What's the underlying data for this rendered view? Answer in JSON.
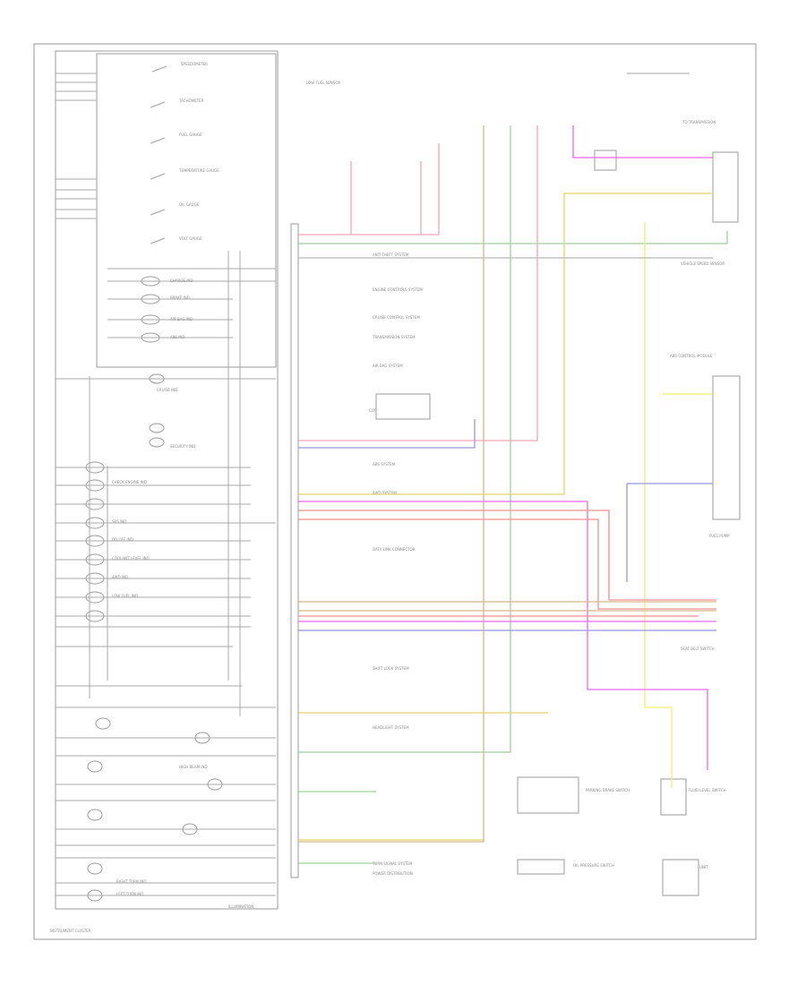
{
  "diagram": {
    "left_labels": [
      "SPEEDOMETER",
      "TACHOMETER",
      "FUEL GAUGE",
      "TEMPERATURE GAUGE",
      "OIL GAUGE",
      "VOLT GAUGE",
      "CHARGE IND",
      "BRAKE IND",
      "AIR BAG IND",
      "ABS IND",
      "CRUISE IND",
      "SECURITY IND",
      "CHECK ENGINE IND",
      "SRS IND",
      "OD OFF IND",
      "COOLANT LEVEL IND",
      "4WD IND",
      "LOW FUEL IND",
      "HIGH BEAM IND",
      "RIGHT TURN IND",
      "LEFT TURN IND",
      "ILLUMINATION",
      "INSTRUMENT CLUSTER"
    ],
    "right_labels": [
      "TO TRANSMISSION",
      "VEHICLE SPEED SENSOR",
      "ABS CONTROL MODULE",
      "FUEL PUMP",
      "SEAT BELT SWITCH",
      "PARKING BRAKE SWITCH",
      "BRAKE FLUID LEVEL SWITCH",
      "OIL PRESSURE SWITCH",
      "FUEL TANK UNIT",
      "LOW FUEL SENSOR",
      "COOLANT TEMP SENSOR"
    ],
    "center_labels": [
      "ANTI-THEFT SYSTEM",
      "ENGINE CONTROLS SYSTEM",
      "CRUISE CONTROL SYSTEM",
      "TRANSMISSION SYSTEM",
      "AIR BAG SYSTEM",
      "ABS SYSTEM",
      "4WD SYSTEM",
      "DATA LINK CONNECTOR",
      "SHIFT LOCK SYSTEM",
      "HEADLIGHT SYSTEM",
      "TURN SIGNAL SYSTEM",
      "POWER DISTRIBUTION"
    ],
    "footer": "INSTRUMENT CLUSTER",
    "wire_colors": [
      "#f2a7b6",
      "#9fd29a",
      "#e5d26b",
      "#b0b0f0",
      "#ee66ee",
      "#ef8f8f",
      "#d8b38a",
      "#f0f06a",
      "#9898e0"
    ]
  }
}
